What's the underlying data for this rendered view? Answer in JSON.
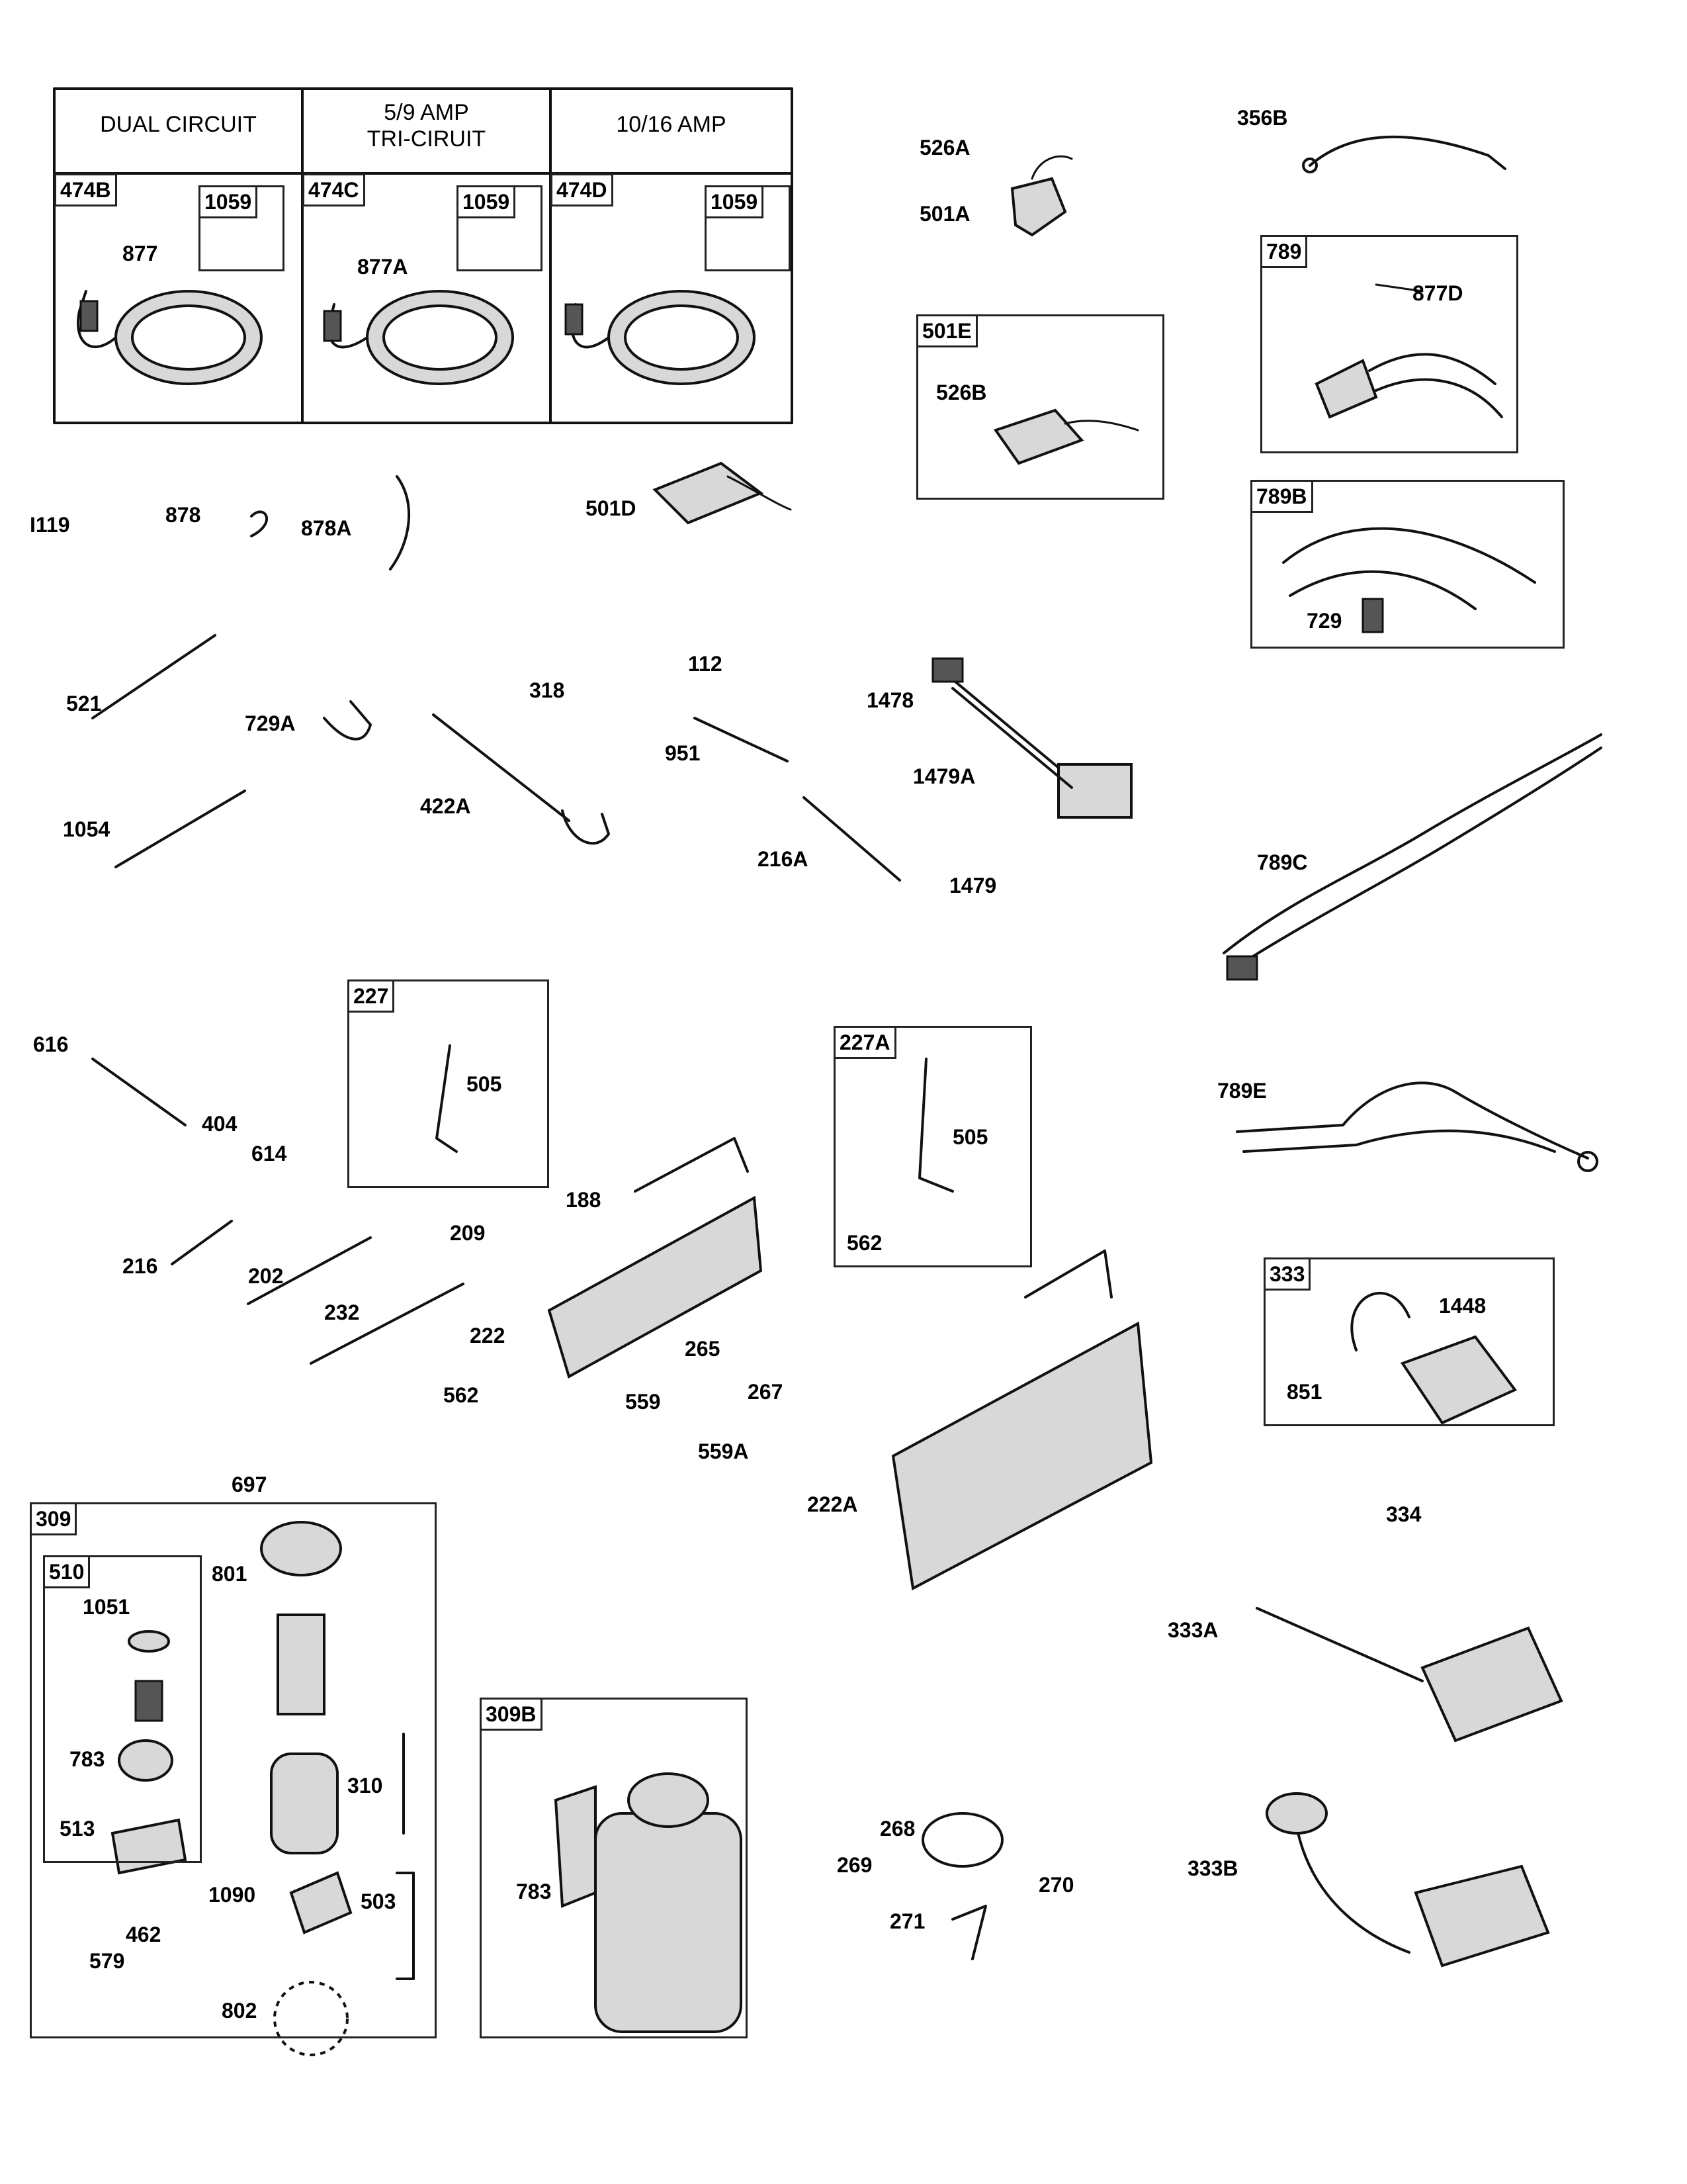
{
  "header_cells": [
    {
      "line1": "DUAL CIRCUIT",
      "line2": ""
    },
    {
      "line1": "5/9    AMP",
      "line2": "TRI-CIRUIT"
    },
    {
      "line1": "10/16 AMP",
      "line2": ""
    }
  ],
  "boxes": {
    "b474B": "474B",
    "b474C": "474C",
    "b474D": "474D",
    "b1059a": "1059",
    "b1059b": "1059",
    "b1059c": "1059",
    "b501E": "501E",
    "b789": "789",
    "b789B": "789B",
    "b227": "227",
    "b227A": "227A",
    "b333": "333",
    "b309": "309",
    "b510": "510",
    "b309B": "309B"
  },
  "labels": {
    "p526A": "526A",
    "p501A": "501A",
    "p356B": "356B",
    "p877": "877",
    "p877A": "877A",
    "p877D": "877D",
    "p526B": "526B",
    "p729": "729",
    "p1119": "I119",
    "p878": "878",
    "p878A": "878A",
    "p501D": "501D",
    "p521": "521",
    "p729A": "729A",
    "p318": "318",
    "p112": "112",
    "p1478": "1478",
    "p951": "951",
    "p1479A": "1479A",
    "p1054": "1054",
    "p422A": "422A",
    "p216A": "216A",
    "p1479": "1479",
    "p789C": "789C",
    "p616": "616",
    "p505a": "505",
    "p404": "404",
    "p614": "614",
    "p505b": "505",
    "p789E": "789E",
    "p188": "188",
    "p209": "209",
    "p562a": "562",
    "p216": "216",
    "p202": "202",
    "p232": "232",
    "p222": "222",
    "p265": "265",
    "p1448": "1448",
    "p851": "851",
    "p562b": "562",
    "p559": "559",
    "p267": "267",
    "p559A": "559A",
    "p697": "697",
    "p222A": "222A",
    "p334": "334",
    "p801": "801",
    "p1051": "1051",
    "p783a": "783",
    "p513": "513",
    "p310": "310",
    "p333A": "333A",
    "p268": "268",
    "p269": "269",
    "p270": "270",
    "p333B": "333B",
    "p783b": "783",
    "p1090": "1090",
    "p503": "503",
    "p462": "462",
    "p579": "579",
    "p271": "271",
    "p802": "802"
  }
}
